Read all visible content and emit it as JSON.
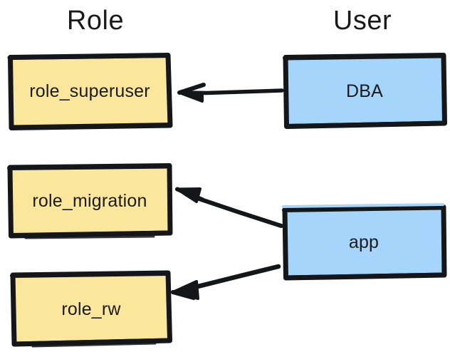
{
  "diagram": {
    "title_columns": {
      "role": "Role",
      "user": "User"
    },
    "colors": {
      "role_fill": "#fbe79c",
      "user_fill": "#a5d5fb",
      "stroke": "#15161a",
      "text": "#1a1a1a",
      "background": "#ffffff"
    },
    "nodes": [
      {
        "id": "role_superuser",
        "label": "role_superuser",
        "column": "Role",
        "fill": "#fbe79c"
      },
      {
        "id": "role_migration",
        "label": "role_migration",
        "column": "Role",
        "fill": "#fbe79c"
      },
      {
        "id": "role_rw",
        "label": "role_rw",
        "column": "Role",
        "fill": "#fbe79c"
      },
      {
        "id": "dba",
        "label": "DBA",
        "column": "User",
        "fill": "#a5d5fb"
      },
      {
        "id": "app",
        "label": "app",
        "column": "User",
        "fill": "#a5d5fb"
      }
    ],
    "edges": [
      {
        "id": "dba-to-role_superuser",
        "from": "dba",
        "to": "role_superuser",
        "direction": "left",
        "label": ""
      },
      {
        "id": "app-to-role_migration",
        "from": "app",
        "to": "role_migration",
        "direction": "up-left",
        "label": ""
      },
      {
        "id": "app-to-role_rw",
        "from": "app",
        "to": "role_rw",
        "direction": "down-left",
        "label": ""
      }
    ]
  }
}
